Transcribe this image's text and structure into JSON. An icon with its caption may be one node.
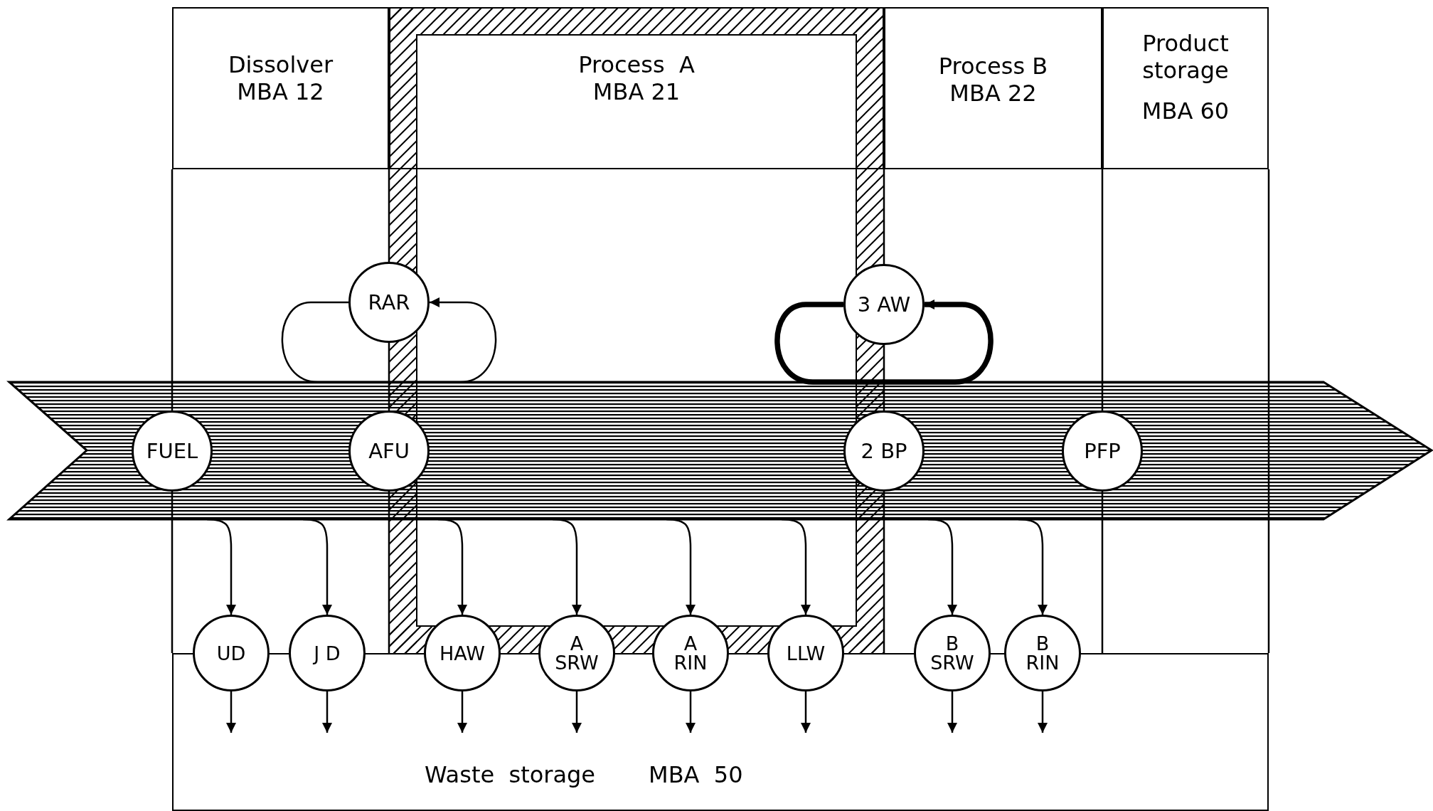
{
  "diagram": {
    "nodes": [
      {
        "text": [
          "Dissolver",
          "MBA 12"
        ]
      },
      {
        "text": [
          "Process  A",
          "MBA 21"
        ]
      },
      {
        "text": [
          "Process B",
          "MBA 22"
        ]
      },
      {
        "text": [
          "Product storage",
          "MBA 60"
        ]
      },
      {
        "text": [],
        "shape": "arrow"
      },
      {
        "text": [
          "RAR"
        ]
      },
      {
        "text": [
          "3 AW"
        ]
      },
      {
        "text": [
          "FUEL"
        ],
        "in": 4
      },
      {
        "text": [
          "AFU"
        ],
        "in": 4
      },
      {
        "text": [
          "2 BP"
        ],
        "in": 4
      },
      {
        "text": [
          "PFP"
        ],
        "in": 4
      },
      {
        "text": [
          "UD"
        ]
      },
      {
        "text": [
          "J D"
        ]
      },
      {
        "text": [
          "HAW"
        ]
      },
      {
        "text": [
          "A SRW"
        ]
      },
      {
        "text": [
          "A RIN"
        ]
      },
      {
        "text": [
          "LLW"
        ]
      },
      {
        "text": [
          "B SRW"
        ]
      },
      {
        "text": [
          "B RIN"
        ]
      },
      {
        "text": [
          "Waste  storage",
          "MBA  50"
        ]
      }
    ],
    "edges": [
      {
        "from": 5,
        "to": 5,
        "arrow": "to"
      },
      {
        "from": 6,
        "to": 6,
        "arrow": "to",
        "style": "thick"
      },
      {
        "from": 4,
        "to": 11,
        "arrow": "to"
      },
      {
        "from": 4,
        "to": 12,
        "arrow": "to"
      },
      {
        "from": 4,
        "to": 13,
        "arrow": "to"
      },
      {
        "from": 4,
        "to": 14,
        "arrow": "to"
      },
      {
        "from": 4,
        "to": 15,
        "arrow": "to"
      },
      {
        "from": 4,
        "to": 16,
        "arrow": "to"
      },
      {
        "from": 4,
        "to": 17,
        "arrow": "to"
      },
      {
        "from": 4,
        "to": 18,
        "arrow": "to"
      },
      {
        "from": 11,
        "to": 19,
        "arrow": "to"
      },
      {
        "from": 12,
        "to": 19,
        "arrow": "to"
      },
      {
        "from": 13,
        "to": 19,
        "arrow": "to"
      },
      {
        "from": 14,
        "to": 19,
        "arrow": "to"
      },
      {
        "from": 15,
        "to": 19,
        "arrow": "to"
      },
      {
        "from": 16,
        "to": 19,
        "arrow": "to"
      },
      {
        "from": 17,
        "to": 19,
        "arrow": "to"
      },
      {
        "from": 18,
        "to": 19,
        "arrow": "to"
      }
    ]
  }
}
